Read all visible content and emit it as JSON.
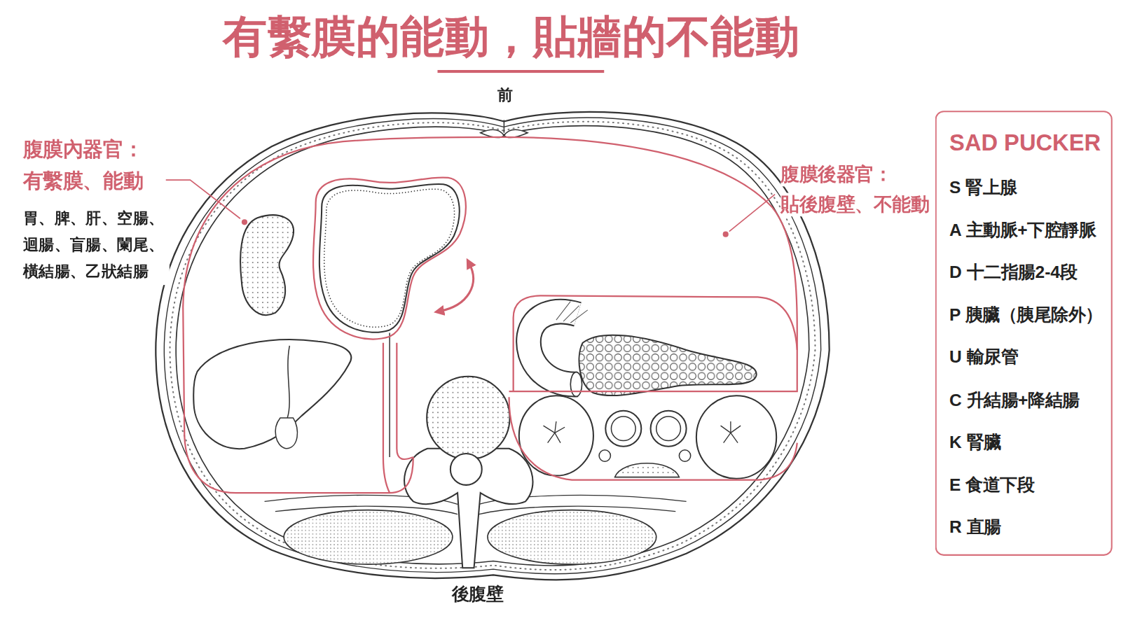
{
  "diagram": {
    "title": "有繫膜的能動，貼牆的不能動",
    "nodes": [
      {
        "text": [
          "SAD PUCKER",
          "S 腎上腺",
          "A 主動脈+下腔靜脈",
          "D 十二指腸2-4段",
          "P 胰臟（胰尾除外）",
          "U 輸尿管",
          "C 升結腸+降結腸",
          "K 腎臟",
          "E 食道下段",
          "R 直腸"
        ]
      }
    ],
    "labels": [
      "前",
      "腹膜內器官：",
      "有繫膜、能動",
      "胃、脾、肝、空腸、迴腸、盲腸、闌尾、橫結腸、乙狀結腸",
      "腹膜後器官：",
      "貼後腹壁、不能動",
      "後腹壁"
    ]
  }
}
